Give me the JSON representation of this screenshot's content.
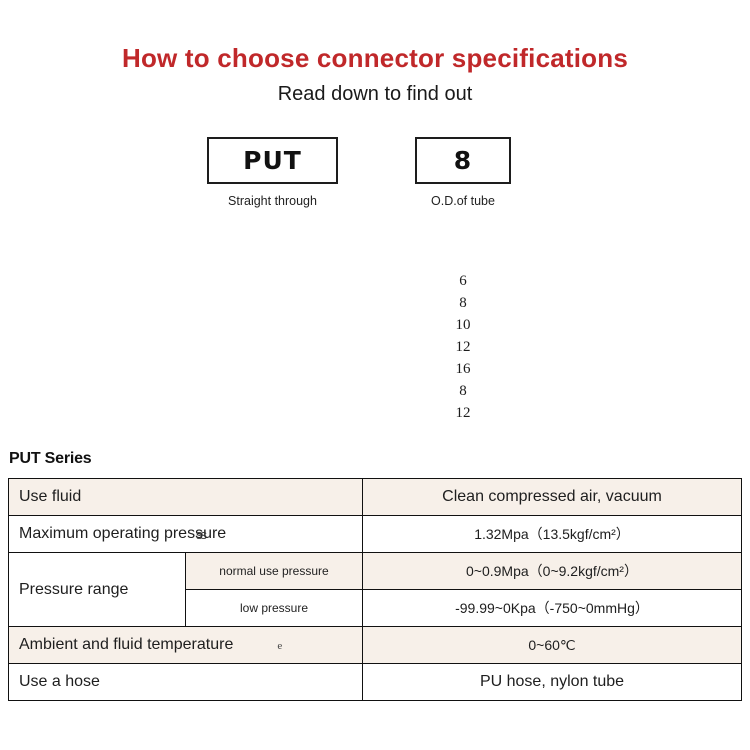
{
  "header": {
    "title": "How to choose connector specifications",
    "subtitle": "Read down to find out"
  },
  "code_boxes": [
    {
      "code": "PUT",
      "caption": "Straight through"
    },
    {
      "code": "8",
      "caption": "O.D.of tube"
    }
  ],
  "size_list": [
    "6",
    "8",
    "10",
    "12",
    "16",
    "8",
    "12"
  ],
  "series": {
    "heading": "PUT Series"
  },
  "spec_table": {
    "rows": [
      {
        "label": "Use fluid",
        "sub_label": null,
        "value": "Clean compressed air, vacuum",
        "shade": "beige"
      },
      {
        "label": "Maximum operating pressure",
        "sub_label": null,
        "value": "1.32Mpa（13.5kgf/cm²）",
        "shade": "white"
      },
      {
        "label": "Pressure range",
        "sub_label": "normal use pressure",
        "value": "0~0.9Mpa（0~9.2kgf/cm²）",
        "shade": "beige"
      },
      {
        "label": "",
        "sub_label": "low pressure",
        "value": "-99.99~0Kpa（-750~0mmHg）",
        "shade": "white"
      },
      {
        "label": "Ambient and fluid temperature",
        "stray_char": "e",
        "sub_label": null,
        "value": "0~60℃",
        "shade": "beige"
      },
      {
        "label": "Use a hose",
        "sub_label": null,
        "value": "PU hose, nylon tube",
        "shade": "white"
      }
    ]
  },
  "colors": {
    "title_red": "#c0282a",
    "row_shade": "#f7f0e9",
    "border": "#111111",
    "text": "#1e1e1e"
  }
}
